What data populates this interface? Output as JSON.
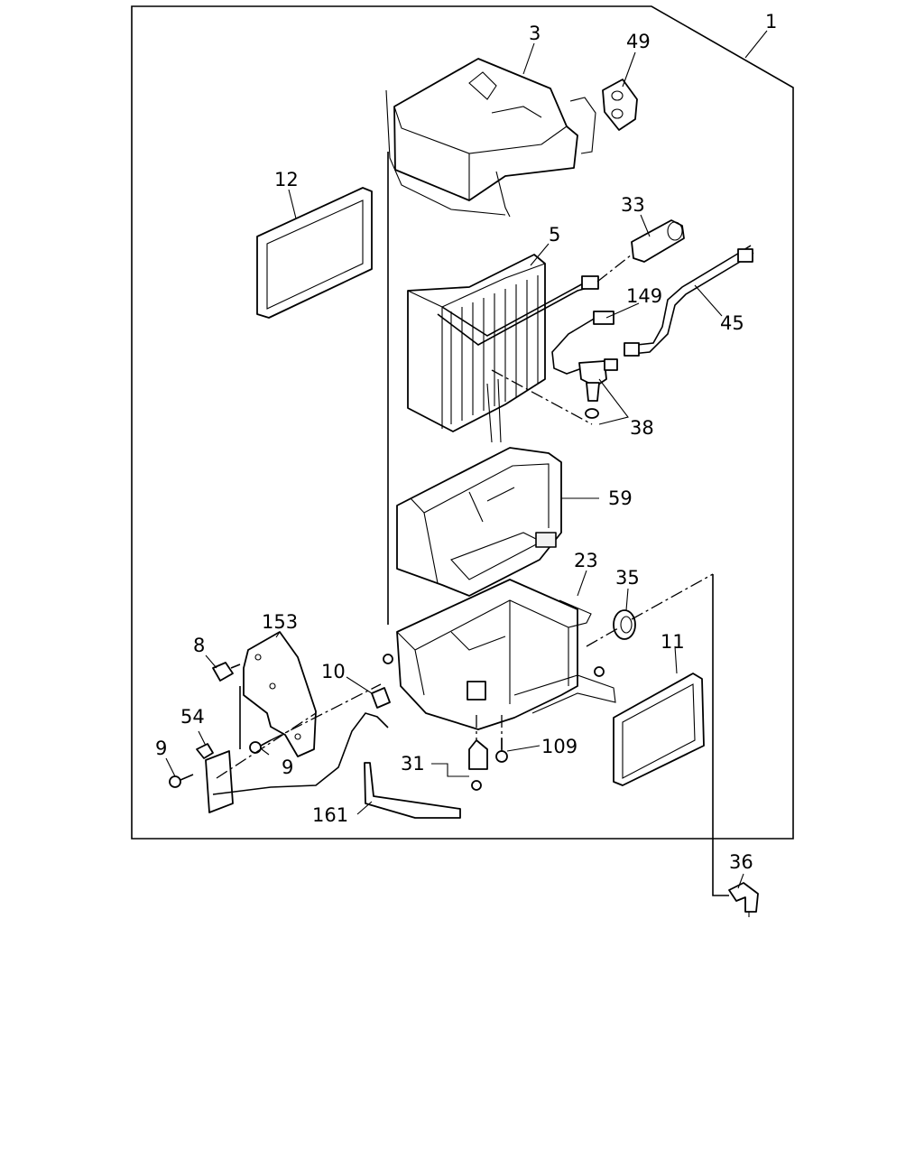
{
  "callouts": [
    {
      "id": "c1",
      "label": "1"
    },
    {
      "id": "c3",
      "label": "3"
    },
    {
      "id": "c49",
      "label": "49"
    },
    {
      "id": "c12",
      "label": "12"
    },
    {
      "id": "c33",
      "label": "33"
    },
    {
      "id": "c5",
      "label": "5"
    },
    {
      "id": "c149",
      "label": "149"
    },
    {
      "id": "c45",
      "label": "45"
    },
    {
      "id": "c38",
      "label": "38"
    },
    {
      "id": "c59",
      "label": "59"
    },
    {
      "id": "c23",
      "label": "23"
    },
    {
      "id": "c35",
      "label": "35"
    },
    {
      "id": "c153",
      "label": "153"
    },
    {
      "id": "c8",
      "label": "8"
    },
    {
      "id": "c11",
      "label": "11"
    },
    {
      "id": "c10",
      "label": "10"
    },
    {
      "id": "c54",
      "label": "54"
    },
    {
      "id": "c109",
      "label": "109"
    },
    {
      "id": "c9a",
      "label": "9"
    },
    {
      "id": "c9b",
      "label": "9"
    },
    {
      "id": "c31",
      "label": "31"
    },
    {
      "id": "c161",
      "label": "161"
    },
    {
      "id": "c36",
      "label": "36"
    }
  ]
}
